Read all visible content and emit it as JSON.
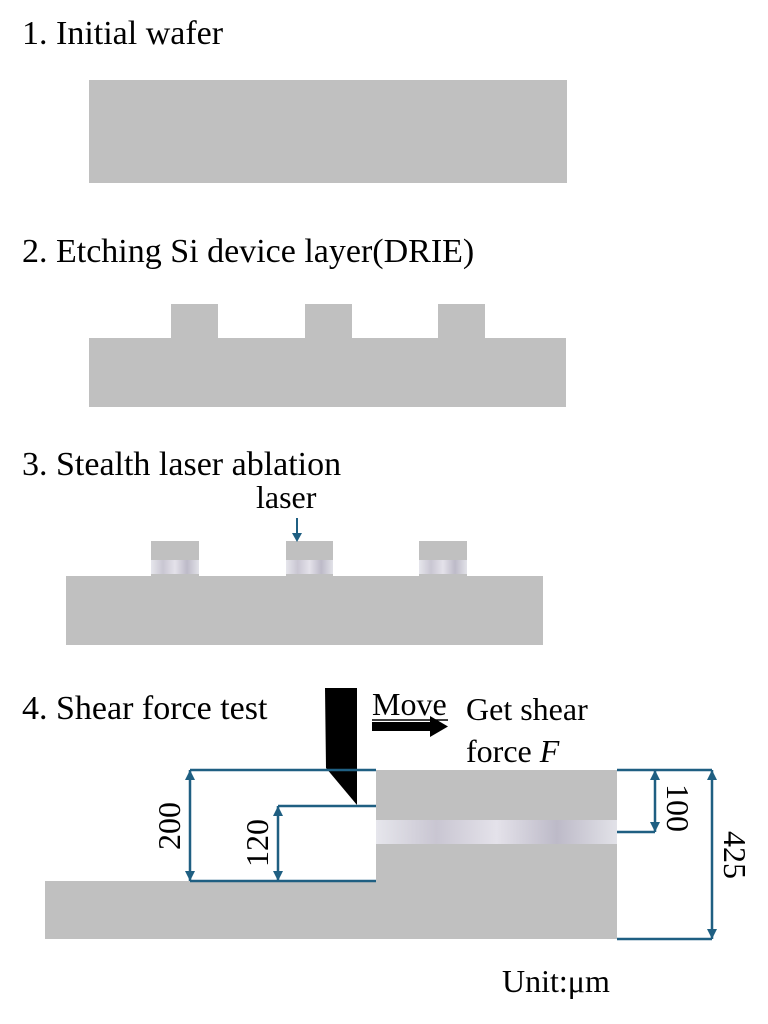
{
  "steps": [
    {
      "label": "1. Initial wafer"
    },
    {
      "label": "2. Etching Si device layer(DRIE)"
    },
    {
      "label": "3. Stealth laser ablation"
    },
    {
      "label": "4. Shear force test"
    }
  ],
  "step3": {
    "laser_label": "laser"
  },
  "step4": {
    "move_label": "Move",
    "result_line1": "Get shear",
    "result_line2": "force ",
    "result_var": "F",
    "dims": {
      "d200": "200",
      "d120": "120",
      "d100": "100",
      "d425": "425"
    },
    "unit": "Unit:μm"
  },
  "colors": {
    "wafer": "#c0c0c0",
    "dimension_line": "#1f5f82",
    "tool": "#000000",
    "ablation": "#d8d8e0"
  }
}
